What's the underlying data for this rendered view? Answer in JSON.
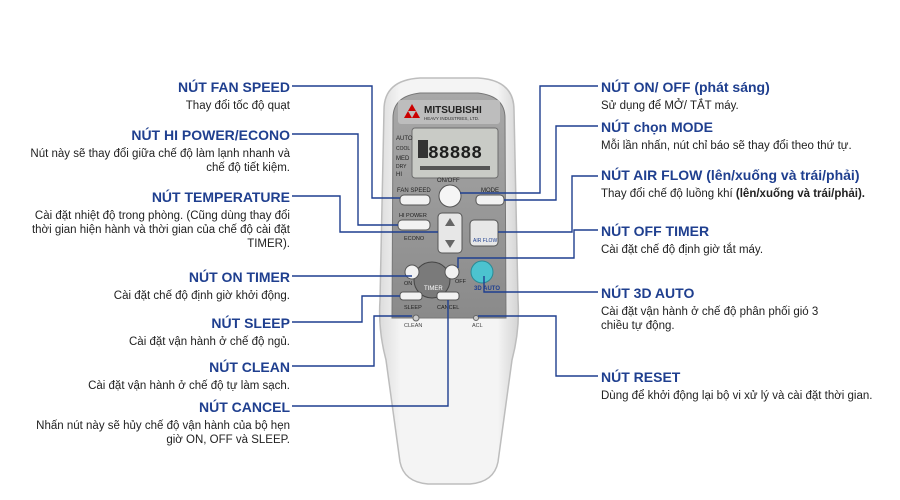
{
  "remote": {
    "brand": "MITSUBISHI",
    "brand_sub": "HEAVY INDUSTRIES, LTD.",
    "lcd_digits": "88888",
    "lcd_modes": [
      "AUTO",
      "COOL",
      "MED",
      "DRY",
      "HI"
    ],
    "button_labels": {
      "on_off": "ON/OFF",
      "fan_speed": "FAN SPEED",
      "mode": "MODE",
      "hi_power": "HI POWER",
      "econo": "ECONO",
      "air_flow": "AIR FLOW",
      "on": "ON",
      "off": "OFF",
      "timer": "TIMER",
      "sleep": "SLEEP",
      "cancel": "CANCEL",
      "auto3d": "3D AUTO",
      "clean": "CLEAN",
      "acl": "ACL"
    }
  },
  "left_callouts": [
    {
      "title": "NÚT FAN SPEED",
      "desc": "Thay đổi tốc độ quạt"
    },
    {
      "title": "NÚT HI POWER/ECONO",
      "desc": "Nút này sẽ thay đổi giữa chế độ làm lạnh nhanh và chế độ tiết kiệm."
    },
    {
      "title": "NÚT TEMPERATURE",
      "desc": "Cài đặt nhiệt độ trong phòng. (Cũng dùng thay đổi thời gian hiện hành và thời gian của chế độ cài đặt TIMER)."
    },
    {
      "title": "NÚT ON TIMER",
      "desc": "Cài đặt chế độ định giờ khởi động."
    },
    {
      "title": "NÚT SLEEP",
      "desc": "Cài đặt vận hành ở chế độ ngủ."
    },
    {
      "title": "NÚT CLEAN",
      "desc": "Cài đặt vận hành ở chế độ tự làm sạch."
    },
    {
      "title": "NÚT CANCEL",
      "desc": "Nhấn nút này sẽ hủy chế độ vận hành của bộ hẹn giờ ON, OFF và SLEEP."
    }
  ],
  "right_callouts": [
    {
      "title": "NÚT ON/ OFF (phát sáng)",
      "desc": "Sử dụng để MỞ/ TẮT máy."
    },
    {
      "title": "NÚT chọn MODE",
      "desc": "Mỗi lần nhấn, nút chỉ báo sẽ thay đổi theo thứ tự."
    },
    {
      "title": "NÚT AIR FLOW (lên/xuống và trái/phải)",
      "desc_plain": "Thay đổi chế độ luồng khí ",
      "desc_bold": "(lên/xuống và trái/phải)."
    },
    {
      "title": "NÚT OFF TIMER",
      "desc": "Cài đặt chế độ định giờ tắt máy."
    },
    {
      "title": "NÚT 3D AUTO",
      "desc": "Cài đặt vận hành ở chế độ phân phối gió 3 chiều tự động."
    },
    {
      "title": "NÚT RESET",
      "desc": "Dùng để khởi động lại bộ vi xử lý và cài đặt thời gian."
    }
  ],
  "colors": {
    "title": "#1f3f8f",
    "leader": "#1f3f8f",
    "remote_body": "#eeeeee",
    "panel": "#8f8f8f",
    "air_flow_button": "#4cc3cf"
  }
}
